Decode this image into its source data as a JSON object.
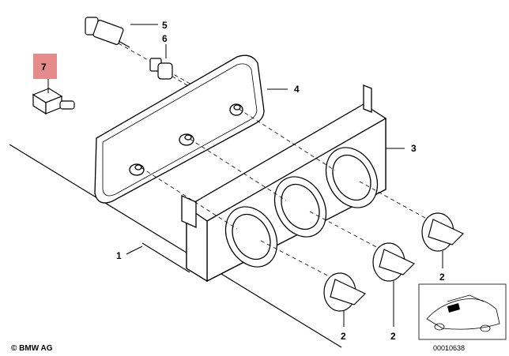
{
  "diagram": {
    "callouts": {
      "c1": "1",
      "c2a": "2",
      "c2b": "2",
      "c2c": "2",
      "c2d": "2",
      "c3": "3",
      "c4": "4",
      "c5": "5",
      "c6": "6",
      "c7": "7"
    },
    "highlight_color": "#e58b8b",
    "copyright": "© BMW AG",
    "image_number": "00010638"
  }
}
